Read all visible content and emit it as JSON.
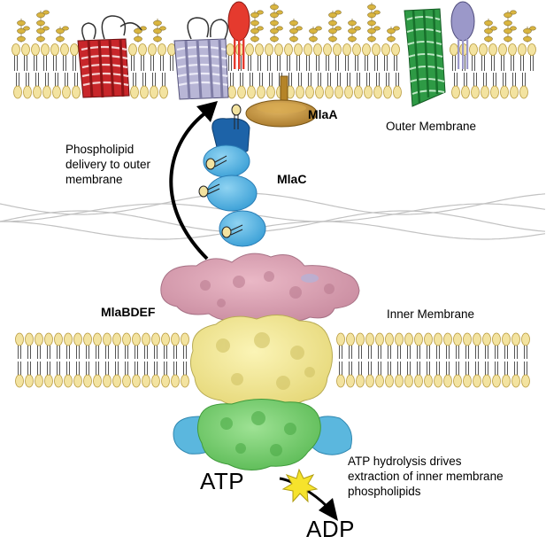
{
  "labels": {
    "mlaA": "MlaA",
    "outer_membrane": "Outer Membrane",
    "phospholipid_delivery": [
      "Phospholipid",
      "delivery to outer",
      "membrane"
    ],
    "mlaC": "MlaC",
    "mlaBDEF": "MlaBDEF",
    "inner_membrane": "Inner Membrane",
    "atp_hydrolysis": [
      "ATP hydrolysis drives",
      "extraction of inner membrane",
      "phospholipids"
    ],
    "atp": "ATP",
    "adp": "ADP"
  },
  "colors": {
    "lipid_head": "#f3e3a0",
    "lipid_head_stroke": "#b89a3c",
    "lipid_tail": "#555555",
    "lps": "#d9b540",
    "barrel_red": "#c8262a",
    "barrel_lavender": "#b8b6d6",
    "barrel_green": "#2e9a45",
    "lipoprotein_red": "#e53a2e",
    "lipoprotein_purple": "#9b98c9",
    "mlaA": "#c4943a",
    "mlaC_dark": "#1d63a8",
    "mlaC_light": "#4fb1e0",
    "mlaB": "#5bb7de",
    "mlaD": "#d69aae",
    "mlaE": "#ede28a",
    "mlaF": "#72c96a",
    "star": "#f6e32c",
    "peptidoglycan": "#bdbdbd"
  },
  "icons": [
    "curved-arrow-icon",
    "star-burst-icon",
    "phospholipid-icon"
  ]
}
